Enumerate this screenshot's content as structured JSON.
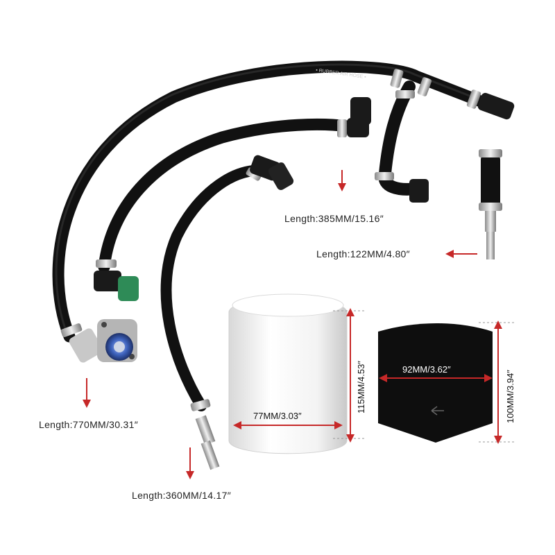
{
  "labels": {
    "hose_385": "Length:385MM/15.16″",
    "hose_122": "Length:122MM/4.80″",
    "hose_770": "Length:770MM/30.31″",
    "hose_360": "Length:360MM/14.17″"
  },
  "filter": {
    "width": "77MM/3.03″",
    "height": "115MM/4.53″"
  },
  "plate": {
    "width": "92MM/3.62″",
    "height": "100MM/3.94″"
  },
  "hose_print": "• RUBBER AIR HOSE •",
  "colors": {
    "arrow": "#c62828",
    "hose": "#111111",
    "plate": "#0e0e0e",
    "filter": "#f2f2f2",
    "fitting_green": "#2e8b57",
    "fitting_blue": "#3b5fb8"
  },
  "icons": [
    "down-arrow-icon",
    "left-arrow-icon",
    "direction-arrow-icon"
  ]
}
